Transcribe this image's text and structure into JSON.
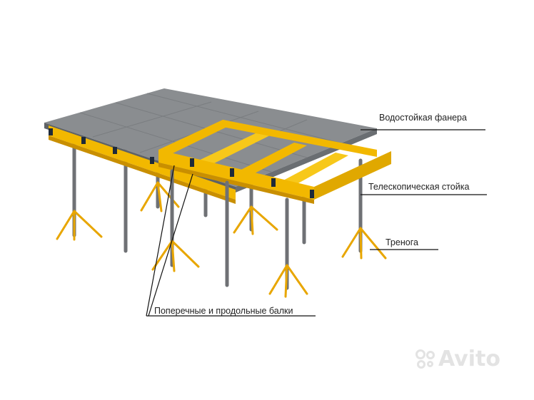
{
  "labels": {
    "plywood": "Водостойкая фанера",
    "telescopic_prop": "Телескопическая стойка",
    "tripod": "Тренога",
    "beams": "Поперечные и продольные балки"
  },
  "watermark": {
    "text": "Avito"
  },
  "colors": {
    "plywood_top": "#8a8d90",
    "plywood_edge": "#5e6266",
    "beam_yellow": "#f2b800",
    "beam_shadow": "#c98f00",
    "prop_steel": "#6f7175",
    "tripod_yellow": "#e8a600",
    "leader_line": "#111111"
  }
}
